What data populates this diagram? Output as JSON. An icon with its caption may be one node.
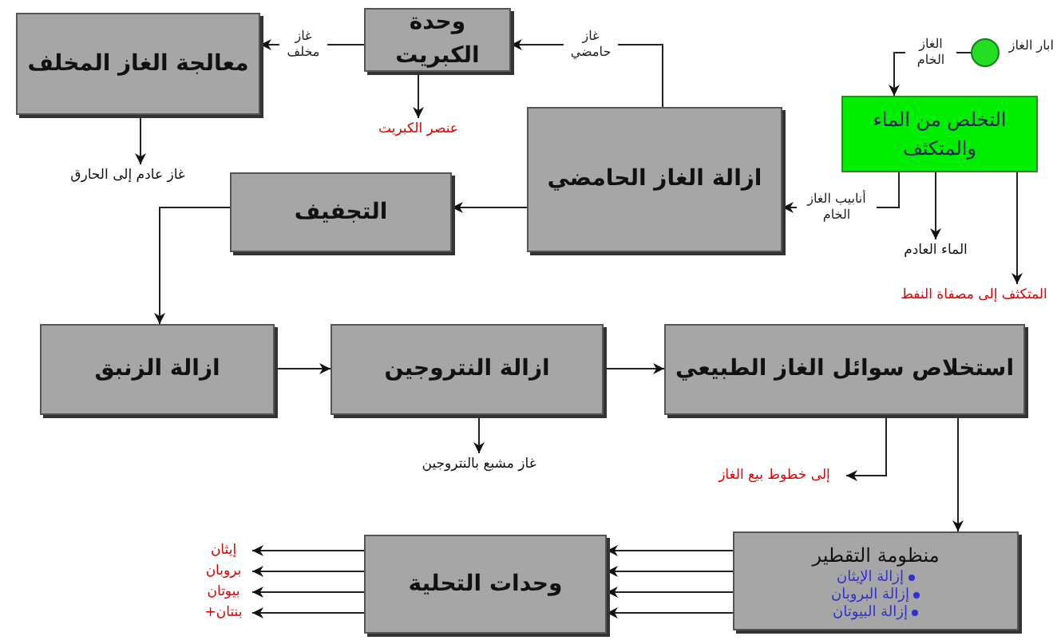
{
  "diagram": {
    "nodes": [
      {
        "text": [
          "معالجة الغاز المخلف"
        ]
      },
      {
        "text": [
          "وحدة الكبريت"
        ]
      },
      {
        "text": [
          "عنصر الكبريت"
        ]
      },
      {
        "text": [
          "غاز عادم إلى الحارق"
        ]
      },
      {
        "text": [
          "التجفيف"
        ]
      },
      {
        "text": [
          "ازالة الغاز الحامضي"
        ]
      },
      {
        "text": [],
        "shape": "circle",
        "beside": [
          "ابار الغاز"
        ]
      },
      {
        "text": [
          "التخلص من الماء والمتكثف"
        ]
      },
      {
        "text": [
          "الماء العادم"
        ]
      },
      {
        "text": [
          "المتكثف إلى مصفاة النفط"
        ]
      },
      {
        "text": [
          "ازالة الزنبق"
        ]
      },
      {
        "text": [
          "ازالة النتروجين"
        ]
      },
      {
        "text": [
          "غاز مشبع بالنتروجين"
        ]
      },
      {
        "text": [
          "استخلاص سوائل الغاز الطبيعي"
        ]
      },
      {
        "text": [
          "إلى خطوط بيع الغاز"
        ]
      },
      {
        "text": [
          "منظومة التقطير",
          "إزالة الإيثان",
          "إزالة البروبان",
          "إزالة البيوتان"
        ]
      },
      {
        "text": [
          "وحدات التحلية"
        ]
      },
      {
        "text": [
          "إيثان"
        ]
      },
      {
        "text": [
          "بروبان"
        ]
      },
      {
        "text": [
          "بيوتان"
        ]
      },
      {
        "text": [
          "بنتان+"
        ]
      }
    ],
    "edges": [
      {
        "from": 1,
        "to": 0,
        "arrow": "to",
        "label": "غاز مخلف"
      },
      {
        "from": 1,
        "to": 2,
        "arrow": "to"
      },
      {
        "from": 0,
        "to": 3,
        "arrow": "to"
      },
      {
        "from": 5,
        "to": 1,
        "arrow": "to",
        "label": "غاز حامضي"
      },
      {
        "from": 5,
        "to": 4,
        "arrow": "to"
      },
      {
        "from": 6,
        "to": 7,
        "arrow": "to",
        "label": "الغاز الخام"
      },
      {
        "from": 7,
        "to": 5,
        "arrow": "to",
        "label": "أنابيب الغاز الخام"
      },
      {
        "from": 7,
        "to": 8,
        "arrow": "to"
      },
      {
        "from": 7,
        "to": 9,
        "arrow": "to"
      },
      {
        "from": 4,
        "to": 10,
        "arrow": "to"
      },
      {
        "from": 10,
        "to": 11,
        "arrow": "to"
      },
      {
        "from": 11,
        "to": 12,
        "arrow": "to"
      },
      {
        "from": 11,
        "to": 13,
        "arrow": "to"
      },
      {
        "from": 13,
        "to": 14,
        "arrow": "to"
      },
      {
        "from": 13,
        "to": 15,
        "arrow": "to"
      },
      {
        "from": 15,
        "to": 16,
        "arrow": "to"
      },
      {
        "from": 15,
        "to": 16,
        "arrow": "to"
      },
      {
        "from": 15,
        "to": 16,
        "arrow": "to"
      },
      {
        "from": 15,
        "to": 16,
        "arrow": "to"
      },
      {
        "from": 16,
        "to": 17,
        "arrow": "to"
      },
      {
        "from": 16,
        "to": 18,
        "arrow": "to"
      },
      {
        "from": 16,
        "to": 19,
        "arrow": "to"
      },
      {
        "from": 16,
        "to": 20,
        "arrow": "to"
      }
    ]
  }
}
